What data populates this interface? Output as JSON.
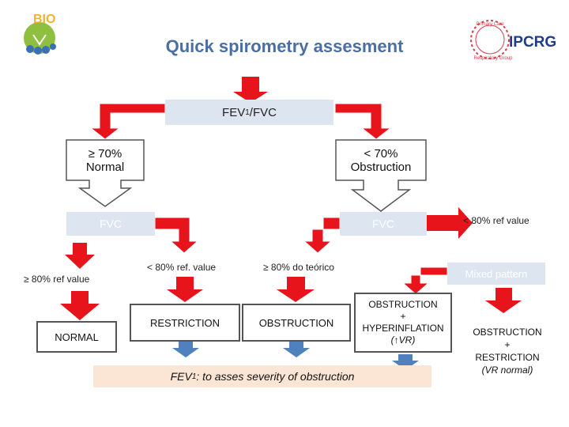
{
  "title": "Quick spirometry assesment",
  "logos": {
    "left_text": "BIO",
    "right_text": "IPCRG"
  },
  "nodes": {
    "fev1fvc": {
      "main": "FEV",
      "sub": "1",
      "rest": " /FVC"
    },
    "normal_ratio": {
      "line1": "≥ 70%",
      "line2": "Normal"
    },
    "obstruction_ratio": {
      "line1": "< 70%",
      "line2": "Obstruction"
    },
    "fvc_left": "FVC",
    "fvc_right": "FVC",
    "ref_value_right": "<  80% ref value",
    "ge80_left": "≥ 80% ref value",
    "lt80_mid": "< 80% ref. value",
    "ge80_teorico": "≥ 80% do teórico",
    "mixed_pattern": "Mixed pattern",
    "normal": "NORMAL",
    "restriction": "RESTRICTION",
    "obstruction": "OBSTRUCTION",
    "obstruction_hyper": {
      "line1": "OBSTRUCTION",
      "line2": "+",
      "line3": "HYPERINFLATION",
      "line4": "(↑VR)"
    },
    "obstruction_restr": {
      "line1": "OBSTRUCTION",
      "line2": "+",
      "line3": "RESTRICTION",
      "line4": "(VR  normal)"
    },
    "severity": {
      "main": "FEV",
      "sub": "1",
      "rest": " : to asses severity of obstruction"
    }
  },
  "colors": {
    "arrow_red": "#e8141b",
    "arrow_blue": "#4f81bd",
    "box_blue": "#8ea9d1",
    "box_light": "#dde6f0",
    "severity_bg": "#fbe6d6",
    "title_blue": "#4a6fa5"
  }
}
